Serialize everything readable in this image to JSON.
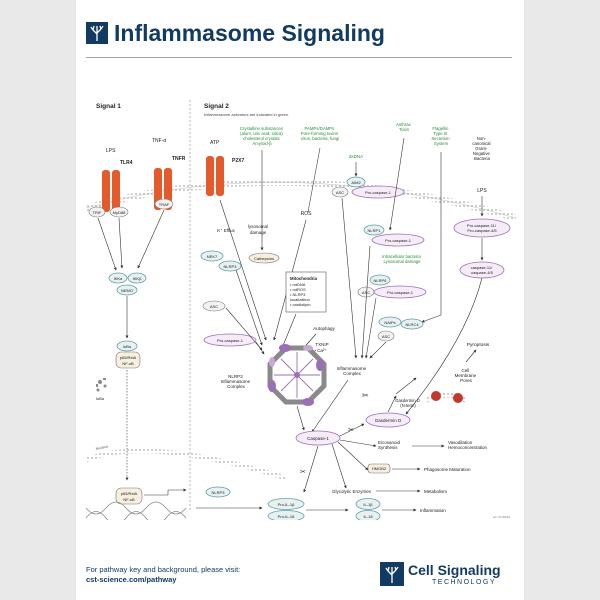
{
  "title": "Inflammasome Signaling",
  "signal1": "Signal 1",
  "signal2": "Signal 2",
  "note": "Inflammasome activators are indicated in green.",
  "activators": {
    "crystals": [
      "Crystalline substances",
      "(alum, uric acid, silica)",
      "cholesterol crystals",
      "Amyloid-β"
    ],
    "pamps": [
      "PAMPs/DAMPs",
      "Pore-forming toxins",
      "virus, bacteria, fungi"
    ],
    "dsdna": "dsDNA",
    "anthrax": [
      "Anthrax",
      "Toxin"
    ],
    "flagellin": [
      "Flagellin",
      "Type III",
      "Secretion",
      "System"
    ],
    "noncanonical": [
      "Non-",
      "canonical",
      "Gram-",
      "Negative",
      "Bacteria"
    ],
    "intracellular": [
      "Intracellular bacteria",
      "Lysosomal damage"
    ]
  },
  "receptors": {
    "lps": "LPS",
    "tlr4": "TLR4",
    "tnfa": "TNF-α",
    "tnfr": "TNFR",
    "atp": "ATP",
    "p2x7": "P2X7",
    "lps2": "LPS"
  },
  "signal1_nodes": {
    "trif": "TRIF",
    "myd88": "MyD88",
    "traf": "TRAF",
    "ikka": "IKKα",
    "ikkb": "IKKβ",
    "nemo": "NEMO",
    "ikba": "IκBα",
    "p65": "p65/RelA",
    "nfkb": "NF-κB",
    "ikba2": "IκBα",
    "p65n": "p65/RelA",
    "nfkbn": "NF-κB",
    "nlrp3_gene": "NLRP3"
  },
  "signal2_nodes": {
    "nek7": "NEK7",
    "nlrp3": "NLRP3",
    "asc": "ASC",
    "procasp1": "Pro-caspase-1",
    "k_efflux": "K⁺ Efflux",
    "lysosomal": "lysosomal",
    "damage": "damage",
    "cathepsins": "Cathepsins",
    "ros": "ROS",
    "mito_title": "Mitochondria",
    "mito_items": [
      "• mtDNA",
      "• mtROS",
      "• NLRP3",
      "  localization",
      "• cardiolipin"
    ],
    "autophagy": "Autophagy",
    "txnip": "TXNIP",
    "ca": "Ca²⁺",
    "complex_label": [
      "NLRP3",
      "Inflammasome",
      "Complex"
    ],
    "aim2": "AIM2",
    "asc2": "ASC",
    "procasp1_2": "Pro-caspase-1",
    "nlrp1": "NLRP1",
    "procasp1_3": "Pro-caspase-1",
    "nlrp6": "NLRP6",
    "asc3": "ASC",
    "procasp1_4": "Pro-caspase-1",
    "naips": "NAIPs",
    "nlrc4": "NLRC4",
    "asc4": "ASC",
    "inflam_complex": [
      "Inflammasome",
      "Complex"
    ],
    "procasp4": [
      "Pro-caspase-11/",
      "Pro-caspase-4/5"
    ],
    "casp4": [
      "caspase-11/",
      "caspase-4/5"
    ],
    "caspase1": "Caspase-1",
    "gasdermin": "Gasdermin D",
    "gasdermin_nterm": [
      "Gasdermin D",
      "(N-term)"
    ],
    "pores": [
      "Cell",
      "Membrane",
      "Pores"
    ],
    "pyroptosis": "Pyroptosis",
    "eicosanoid": [
      "Eicosanoid",
      "Synthesis"
    ],
    "vasodilation": [
      "Vasodilation",
      "Hemoconcentration"
    ],
    "hmgb": "HMGB2",
    "phagosome": "Phagosome Maturation",
    "glycolytic": "Glycolytic Enzymes",
    "metabolism": "Metabolism",
    "proil1b": "Pro-IL-1β",
    "proil18": "Pro-IL-18",
    "il1b": "IL-1β",
    "il18": "IL-18",
    "inflammation": "Inflammation",
    "catalog": "rev. 07/19/24",
    "nucleus": "Nucleus"
  },
  "footer": {
    "line1": "For pathway key and background, please visit:",
    "line2": "cst-science.com/pathway"
  },
  "brand": {
    "name": "Cell Signaling",
    "sub": "TECHNOLOGY"
  },
  "colors": {
    "navy": "#123b63",
    "receptor": "#e45a2a",
    "green": "#2a8c3a",
    "purple": "#9b6fb5",
    "teal": "#5f9ea8"
  }
}
